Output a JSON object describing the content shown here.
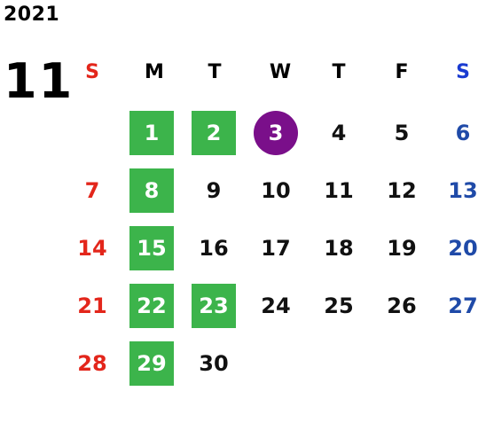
{
  "calendar": {
    "year": "2021",
    "month": "11",
    "weekdays": [
      "S",
      "M",
      "T",
      "W",
      "T",
      "F",
      "S"
    ],
    "weeks": [
      [
        "",
        "1",
        "2",
        "3",
        "4",
        "5",
        "6"
      ],
      [
        "7",
        "8",
        "9",
        "10",
        "11",
        "12",
        "13"
      ],
      [
        "14",
        "15",
        "16",
        "17",
        "18",
        "19",
        "20"
      ],
      [
        "21",
        "22",
        "23",
        "24",
        "25",
        "26",
        "27"
      ],
      [
        "28",
        "29",
        "30",
        "",
        "",
        "",
        ""
      ]
    ],
    "highlighted_days": [
      "1",
      "2",
      "8",
      "15",
      "22",
      "23",
      "29"
    ],
    "today": "3",
    "colors": {
      "sunday": "#e3261b",
      "saturday_header": "#1a3bd1",
      "saturday": "#1f4aa8",
      "highlight": "#3cb44b",
      "today": "#7a0f8a"
    }
  }
}
